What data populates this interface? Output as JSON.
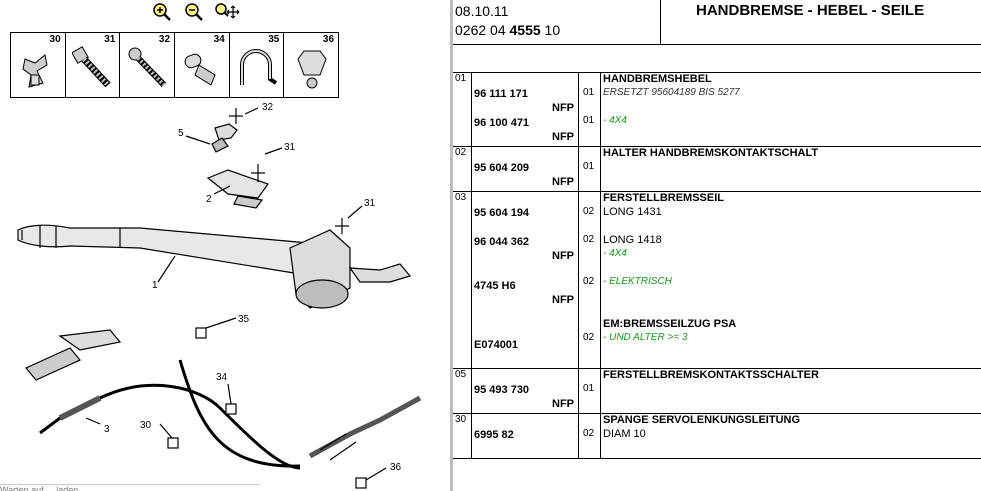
{
  "toolbar": {
    "zoom_in_icon": "zoom-in-icon",
    "zoom_out_icon": "zoom-out-icon",
    "zoom_fit_icon": "zoom-pan-icon"
  },
  "thumbnails": [
    "30",
    "31",
    "32",
    "34",
    "35",
    "36"
  ],
  "diagram": {
    "callouts": [
      "32",
      "5",
      "31",
      "2",
      "31",
      "1",
      "35",
      "34",
      "30",
      "3",
      "36"
    ]
  },
  "status_text": "Warten auf ... laden",
  "header": {
    "date": "08.10.11",
    "ref_prefix": "0262 04",
    "ref_bold": "4555",
    "ref_suffix": "10",
    "title": "HANDBREMSE - HEBEL - SEILE"
  },
  "colors": {
    "green_note": "#1b9a1b",
    "separator": "#bdbdbd"
  },
  "groups": [
    {
      "no": "01",
      "rows": [
        {
          "pn": "",
          "nfp": "",
          "qty": "",
          "desc": "HANDBREMSHEBEL",
          "style": "b"
        },
        {
          "pn": "96 111 171",
          "nfp": "",
          "qty": "01",
          "desc": "ERSETZT 95604189 BIS 5277",
          "style": "it"
        },
        {
          "pn": "",
          "nfp": "NFP",
          "qty": "",
          "desc": "",
          "style": ""
        },
        {
          "pn": "96 100 471",
          "nfp": "",
          "qty": "01",
          "desc": "- 4X4",
          "style": "gr"
        },
        {
          "pn": "",
          "nfp": "NFP",
          "qty": "",
          "desc": "",
          "style": ""
        }
      ]
    },
    {
      "no": "02",
      "rows": [
        {
          "pn": "",
          "nfp": "",
          "qty": "",
          "desc": "HALTER HANDBREMSKONTAKTSCHALT",
          "style": "b"
        },
        {
          "pn": "95 604 209",
          "nfp": "",
          "qty": "01",
          "desc": "",
          "style": ""
        },
        {
          "pn": "",
          "nfp": "NFP",
          "qty": "",
          "desc": "",
          "style": ""
        }
      ]
    },
    {
      "no": "03",
      "rows": [
        {
          "pn": "",
          "nfp": "",
          "qty": "",
          "desc": "FERSTELLBREMSSEIL",
          "style": "b"
        },
        {
          "pn": "95 604 194",
          "nfp": "",
          "qty": "02",
          "desc": "LONG 1431",
          "style": "n"
        },
        {
          "pn": "",
          "nfp": "",
          "qty": "",
          "desc": "",
          "style": ""
        },
        {
          "pn": "96 044 362",
          "nfp": "",
          "qty": "02",
          "desc": "LONG 1418",
          "style": "n"
        },
        {
          "pn": "",
          "nfp": "NFP",
          "qty": "",
          "desc": "- 4X4",
          "style": "gr"
        },
        {
          "pn": "",
          "nfp": "",
          "qty": "",
          "desc": "",
          "style": ""
        },
        {
          "pn": "4745 H6",
          "nfp": "",
          "qty": "02",
          "desc": "- ELEKTRISCH",
          "style": "gr"
        },
        {
          "pn": "",
          "nfp": "NFP",
          "qty": "",
          "desc": "",
          "style": ""
        },
        {
          "pn": "",
          "nfp": "",
          "qty": "",
          "desc": "",
          "style": ""
        },
        {
          "pn": "",
          "nfp": "",
          "qty": "",
          "desc": "EM:BREMSSEILZUG PSA",
          "style": "b"
        },
        {
          "pn": "E074001",
          "nfp": "",
          "qty": "02",
          "desc": "- UND ALTER >= 3",
          "style": "gr"
        },
        {
          "pn": "",
          "nfp": "",
          "qty": "",
          "desc": "",
          "style": ""
        }
      ]
    },
    {
      "no": "05",
      "rows": [
        {
          "pn": "",
          "nfp": "",
          "qty": "",
          "desc": "FERSTELLBREMSKONTAKTSSCHALTER",
          "style": "b"
        },
        {
          "pn": "95 493 730",
          "nfp": "",
          "qty": "01",
          "desc": "",
          "style": ""
        },
        {
          "pn": "",
          "nfp": "NFP",
          "qty": "",
          "desc": "",
          "style": ""
        }
      ]
    },
    {
      "no": "30",
      "rows": [
        {
          "pn": "",
          "nfp": "",
          "qty": "",
          "desc": "SPANGE SERVOLENKUNGSLEITUNG",
          "style": "b"
        },
        {
          "pn": "6995 82",
          "nfp": "",
          "qty": "02",
          "desc": "DIAM 10",
          "style": "n"
        },
        {
          "pn": "",
          "nfp": "",
          "qty": "",
          "desc": "",
          "style": ""
        }
      ]
    }
  ]
}
